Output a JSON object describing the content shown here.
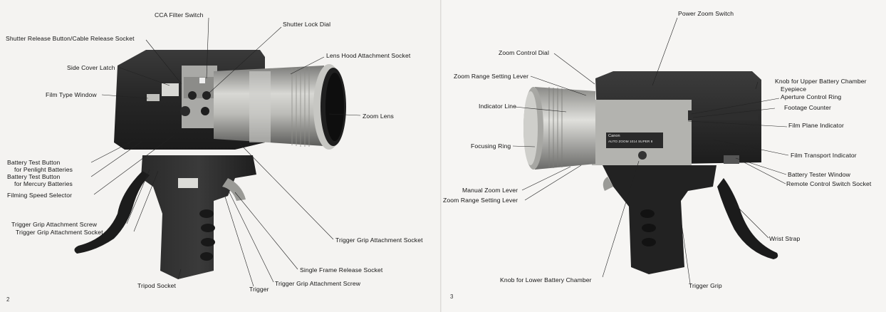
{
  "left_page": {
    "page_number": "2",
    "labels": {
      "cca_filter_switch": "CCA Filter Switch",
      "shutter_release": "Shutter Release Button/Cable Release Socket",
      "shutter_lock_dial": "Shutter Lock Dial",
      "lens_hood_socket": "Lens Hood Attachment Socket",
      "side_cover_latch": "Side Cover Latch",
      "film_type_window": "Film Type Window",
      "zoom_lens": "Zoom Lens",
      "battery_test_penlight_1": "Battery Test Button",
      "battery_test_penlight_2": "for Penlight Batteries",
      "battery_test_mercury_1": "Battery Test Button",
      "battery_test_mercury_2": "for Mercury Batteries",
      "filming_speed_selector": "Filming Speed Selector",
      "trigger_grip_screw": "Trigger Grip Attachment Screw",
      "trigger_grip_socket": "Trigger Grip Attachment Socket",
      "trigger_grip_socket_right": "Trigger Grip Attachment Socket",
      "single_frame_release": "Single Frame Release Socket",
      "trigger_grip_screw_bottom": "Trigger Grip Attachment Screw",
      "tripod_socket": "Tripod Socket",
      "trigger": "Trigger"
    }
  },
  "right_page": {
    "page_number": "3",
    "labels": {
      "power_zoom_switch": "Power Zoom Switch",
      "zoom_control_dial": "Zoom Control Dial",
      "knob_upper_battery": "Knob for Upper Battery Chamber",
      "zoom_range_lever_top": "Zoom Range Setting Lever",
      "eyepiece": "Eyepiece",
      "aperture_control_ring": "Aperture Control Ring",
      "indicator_line": "Indicator Line",
      "footage_counter": "Footage Counter",
      "film_plane_indicator": "Film Plane Indicator",
      "focusing_ring": "Focusing Ring",
      "film_transport_indicator": "Film Transport Indicator",
      "battery_tester_window": "Battery Tester Window",
      "remote_control_socket": "Remote Control Switch Socket",
      "manual_zoom_lever": "Manual Zoom Lever",
      "zoom_range_lever_bottom": "Zoom Range Setting Lever",
      "wrist_strap": "Wrist Strap",
      "knob_lower_battery": "Knob for Lower Battery Chamber",
      "trigger_grip": "Trigger Grip"
    },
    "camera_badge": {
      "brand": "Canon",
      "model": "AUTO ZOOM 1014 SUPER 8"
    }
  }
}
